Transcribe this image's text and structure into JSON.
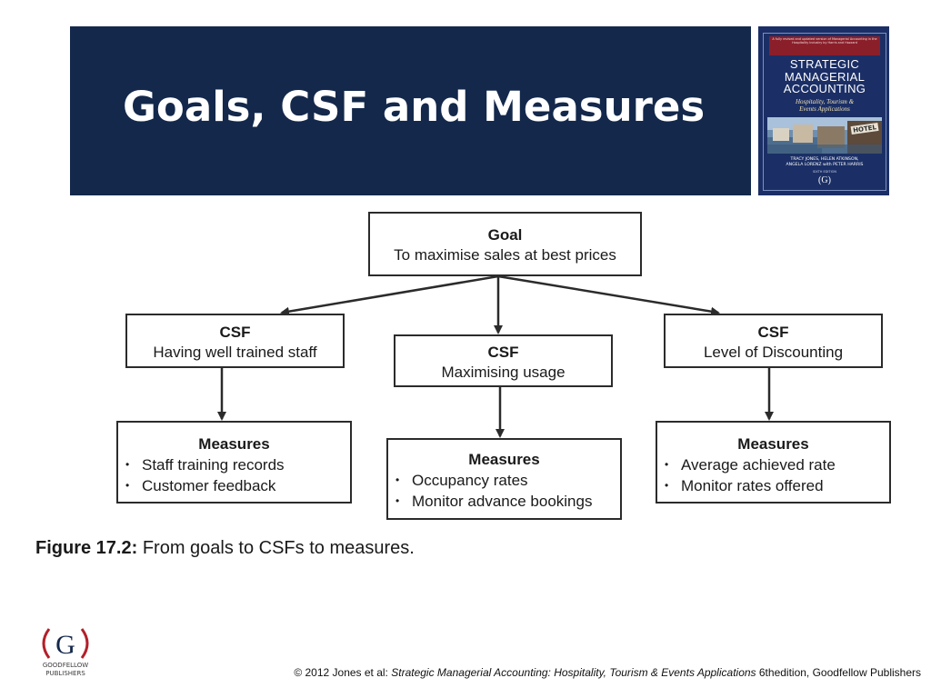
{
  "slide": {
    "title": "Goals, CSF and Measures"
  },
  "book_cover": {
    "blurb": "A fully revised and updated version of Managerial Accounting in the Hospitality Industry by Harris and Hazzard",
    "title_lines": [
      "STRATEGIC",
      "MANAGERIAL",
      "ACCOUNTING"
    ],
    "subtitle_lines": [
      "Hospitality, Tourism &",
      "Events Applications"
    ],
    "photo_sign": "HOTEL",
    "authors_lines": [
      "TRACY JONES, HELEN ATKINSON,",
      "ANGELA LORENZ with PETER HARRIS"
    ],
    "edition": "SIXTH EDITION",
    "logo": "G"
  },
  "diagram": {
    "goal": {
      "heading": "Goal",
      "text": "To maximise sales at best prices"
    },
    "csfs": [
      {
        "heading": "CSF",
        "text": "Having well trained staff"
      },
      {
        "heading": "CSF",
        "text": "Maximising usage"
      },
      {
        "heading": "CSF",
        "text": "Level of Discounting"
      }
    ],
    "measures": [
      {
        "heading": "Measures",
        "items": [
          "Staff training records",
          "Customer feedback"
        ]
      },
      {
        "heading": "Measures",
        "items": [
          "Occupancy rates",
          "Monitor advance bookings"
        ]
      },
      {
        "heading": "Measures",
        "items": [
          "Average achieved rate",
          "Monitor rates offered"
        ]
      }
    ],
    "bullet": "•"
  },
  "caption": {
    "label": "Figure 17.2:",
    "text": " From goals to CSFs to measures."
  },
  "footer": {
    "publisher_logo": "G",
    "publisher_name_lines": [
      "GOODFELLOW",
      "PUBLISHERS"
    ],
    "copyright_prefix": "© 2012 Jones et al: ",
    "copyright_title": "Strategic Managerial Accounting: Hospitality, Tourism & Events Applications",
    "copyright_suffix": " 6thedition, Goodfellow Publishers"
  },
  "colors": {
    "title_bar": "#13284b",
    "title_text": "#ffffff",
    "book_background": "#1b2f66",
    "logo_red": "#b3202a",
    "box_border": "#2b2b2b"
  }
}
